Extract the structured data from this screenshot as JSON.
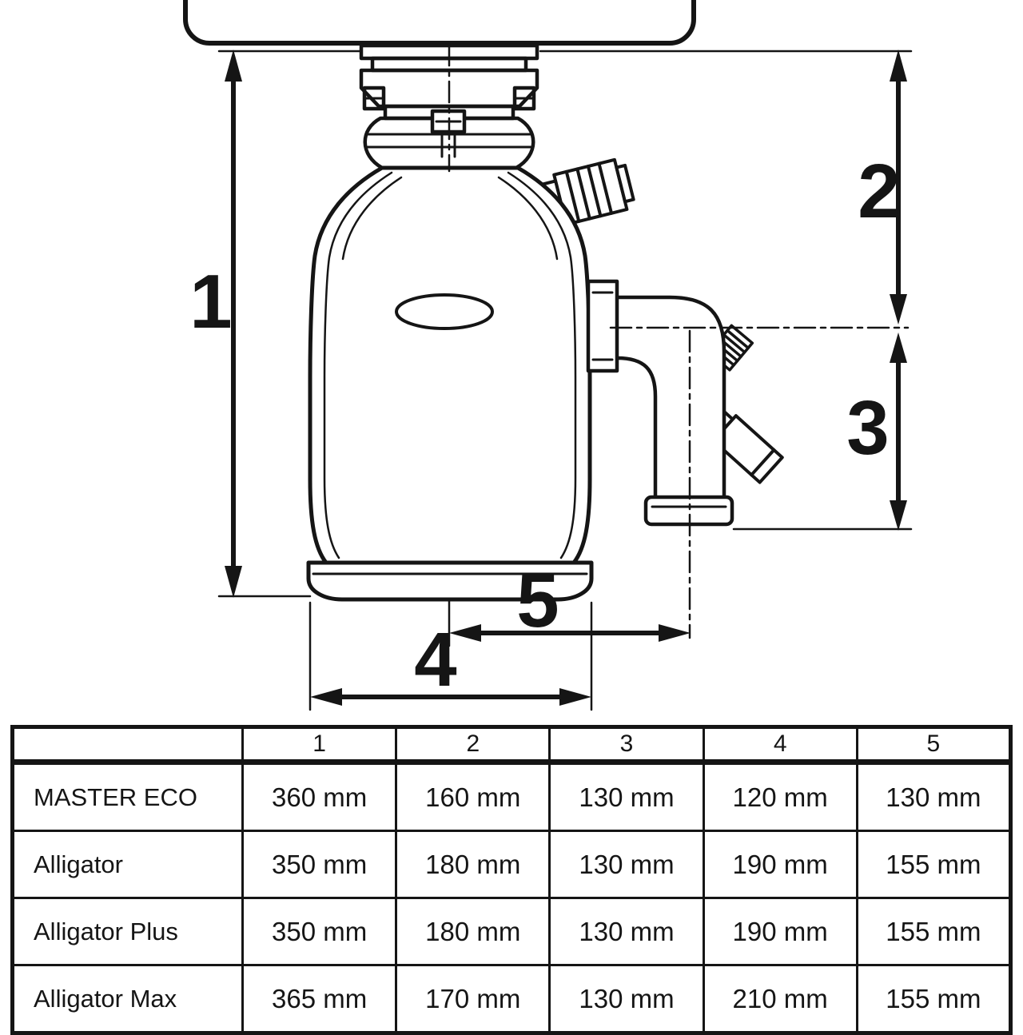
{
  "diagram": {
    "labels": {
      "d1": "1",
      "d2": "2",
      "d3": "3",
      "d4": "4",
      "d5": "5"
    }
  },
  "table": {
    "headers": [
      "1",
      "2",
      "3",
      "4",
      "5"
    ],
    "rows": [
      {
        "model": "MASTER ECO",
        "values": [
          "360 mm",
          "160 mm",
          "130 mm",
          "120 mm",
          "130 mm"
        ]
      },
      {
        "model": "Alligator",
        "values": [
          "350 mm",
          "180 mm",
          "130 mm",
          "190 mm",
          "155 mm"
        ]
      },
      {
        "model": "Alligator Plus",
        "values": [
          "350 mm",
          "180 mm",
          "130 mm",
          "190 mm",
          "155 mm"
        ]
      },
      {
        "model": "Alligator Max",
        "values": [
          "365 mm",
          "170 mm",
          "130 mm",
          "210 mm",
          "155 mm"
        ]
      }
    ]
  }
}
